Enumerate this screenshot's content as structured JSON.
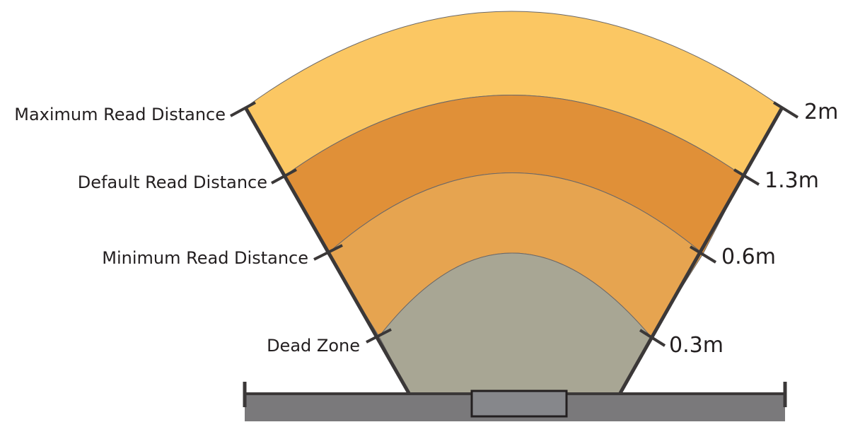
{
  "diagram": {
    "left_labels": [
      "Maximum Read Distance",
      "Default Read Distance",
      "Minimum Read Distance",
      "Dead Zone"
    ],
    "right_labels": [
      "2m",
      "1.3m",
      "0.6m",
      "0.3m"
    ],
    "zones": [
      {
        "name": "maximum",
        "color": "#fbc763"
      },
      {
        "name": "default",
        "color": "#e09038"
      },
      {
        "name": "minimum",
        "color": "#e6a450"
      },
      {
        "name": "dead-zone",
        "color": "#a8a694"
      }
    ],
    "colors": {
      "outline": "#3b3838",
      "arc_edge": "#6b6868",
      "base_bar": "#7a797b",
      "reader": "#86878b"
    }
  }
}
